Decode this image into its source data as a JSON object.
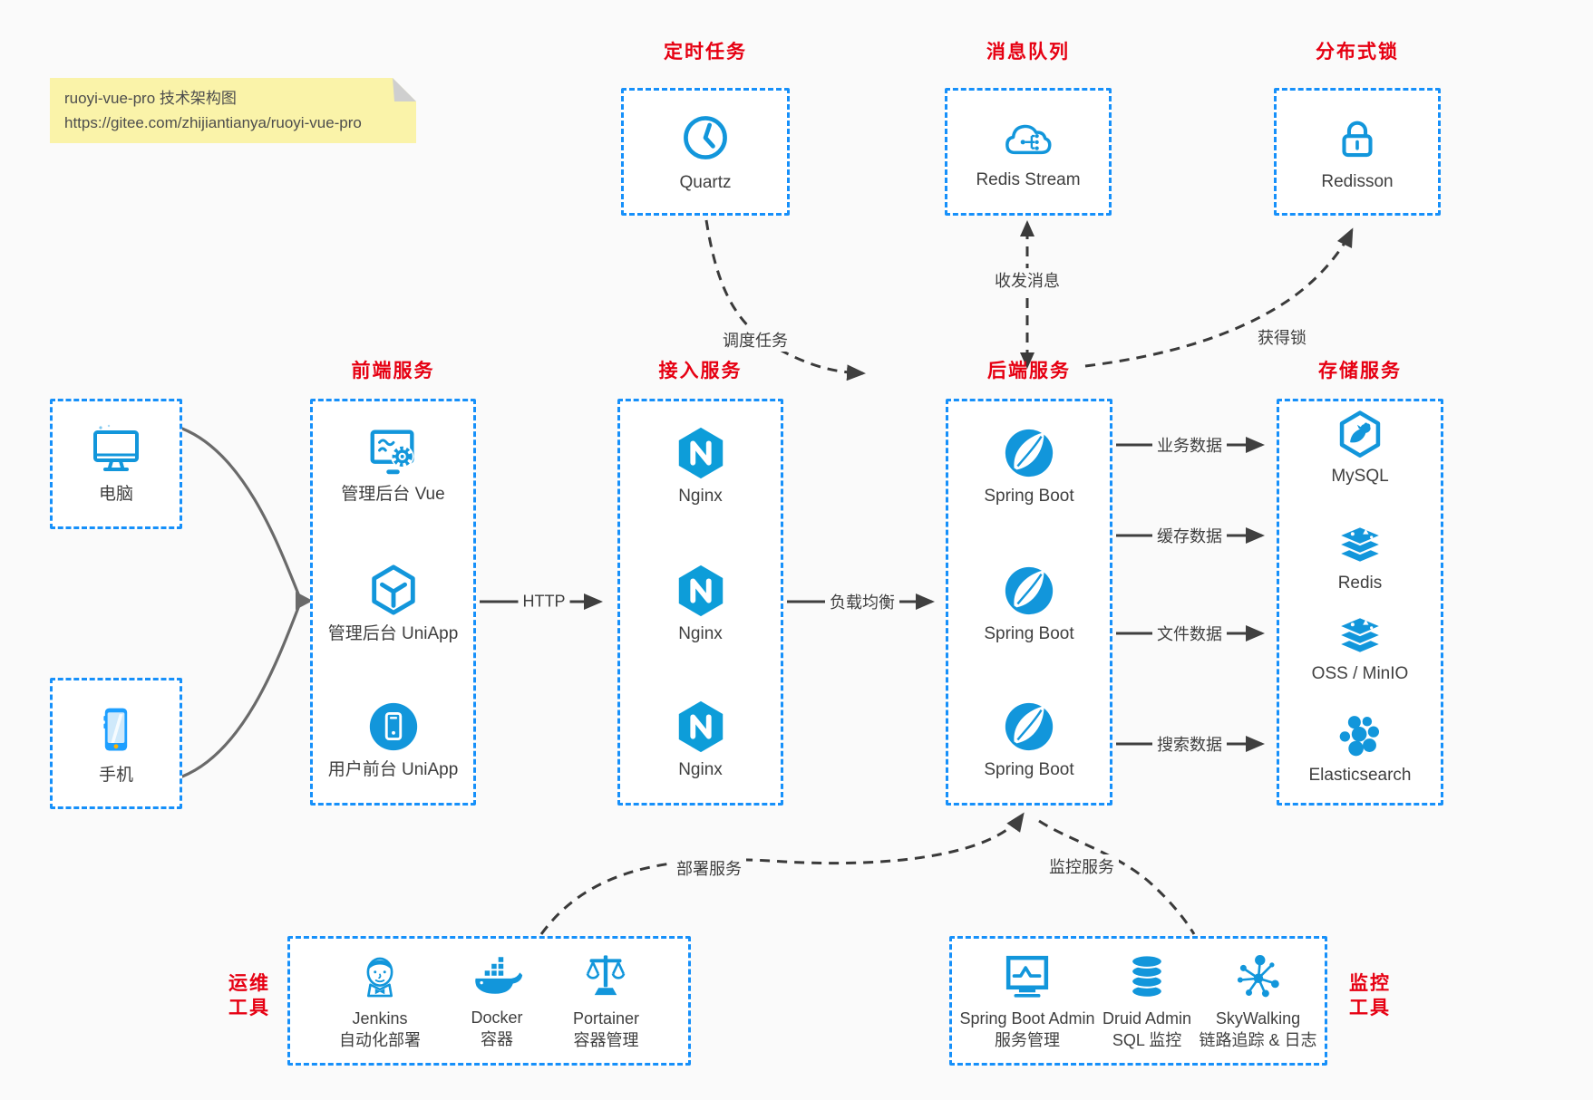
{
  "colors": {
    "accent_blue": "#1296db",
    "border_blue": "#1690fa",
    "accent_red": "#e60012",
    "canvas_bg": "#fafafa",
    "arrow_gray": "#3f3f3f"
  },
  "note": {
    "line1": "ruoyi-vue-pro 技术架构图",
    "line2": "https://gitee.com/zhijiantianya/ruoyi-vue-pro"
  },
  "top_groups": {
    "scheduled_job": {
      "title": "定时任务",
      "item": "Quartz",
      "icon": "clock-icon"
    },
    "message_queue": {
      "title": "消息队列",
      "item": "Redis Stream",
      "icon": "cloud-stream-icon"
    },
    "distributed_lock": {
      "title": "分布式锁",
      "item": "Redisson",
      "icon": "lock-icon"
    }
  },
  "clients": {
    "computer": {
      "label": "电脑",
      "icon": "desktop-icon"
    },
    "phone": {
      "label": "手机",
      "icon": "smartphone-icon"
    }
  },
  "columns": {
    "frontend": {
      "title": "前端服务",
      "items": [
        {
          "label": "管理后台 Vue",
          "icon": "admin-vue-icon"
        },
        {
          "label": "管理后台 UniApp",
          "icon": "uniapp-icon"
        },
        {
          "label": "用户前台 UniApp",
          "icon": "user-app-icon"
        }
      ]
    },
    "gateway": {
      "title": "接入服务",
      "items": [
        {
          "label": "Nginx",
          "icon": "nginx-icon"
        },
        {
          "label": "Nginx",
          "icon": "nginx-icon"
        },
        {
          "label": "Nginx",
          "icon": "nginx-icon"
        }
      ]
    },
    "backend": {
      "title": "后端服务",
      "items": [
        {
          "label": "Spring Boot",
          "icon": "spring-icon"
        },
        {
          "label": "Spring Boot",
          "icon": "spring-icon"
        },
        {
          "label": "Spring Boot",
          "icon": "spring-icon"
        }
      ]
    },
    "storage": {
      "title": "存储服务",
      "items": [
        {
          "label": "MySQL",
          "icon": "mysql-icon"
        },
        {
          "label": "Redis",
          "icon": "redis-stack-icon"
        },
        {
          "label": "OSS / MinIO",
          "icon": "oss-stack-icon"
        },
        {
          "label": "Elasticsearch",
          "icon": "elasticsearch-icon"
        }
      ]
    }
  },
  "bottom_groups": {
    "ops": {
      "title_line1": "运维",
      "title_line2": "工具",
      "items": [
        {
          "name": "Jenkins",
          "desc": "自动化部署",
          "icon": "jenkins-icon"
        },
        {
          "name": "Docker",
          "desc": "容器",
          "icon": "docker-icon"
        },
        {
          "name": "Portainer",
          "desc": "容器管理",
          "icon": "portainer-icon"
        }
      ]
    },
    "monitoring": {
      "title_line1": "监控",
      "title_line2": "工具",
      "items": [
        {
          "name": "Spring Boot Admin",
          "desc": "服务管理",
          "icon": "boot-admin-icon"
        },
        {
          "name": "Druid Admin",
          "desc": "SQL 监控",
          "icon": "druid-icon"
        },
        {
          "name": "SkyWalking",
          "desc": "链路追踪 & 日志",
          "icon": "skywalking-icon"
        }
      ]
    }
  },
  "edge_labels": {
    "http": "HTTP",
    "load_balance": "负载均衡",
    "business_data": "业务数据",
    "cache_data": "缓存数据",
    "file_data": "文件数据",
    "search_data": "搜索数据",
    "schedule_job": "调度任务",
    "send_receive_msg": "收发消息",
    "acquire_lock": "获得锁",
    "deploy_service": "部署服务",
    "monitor_service": "监控服务"
  }
}
